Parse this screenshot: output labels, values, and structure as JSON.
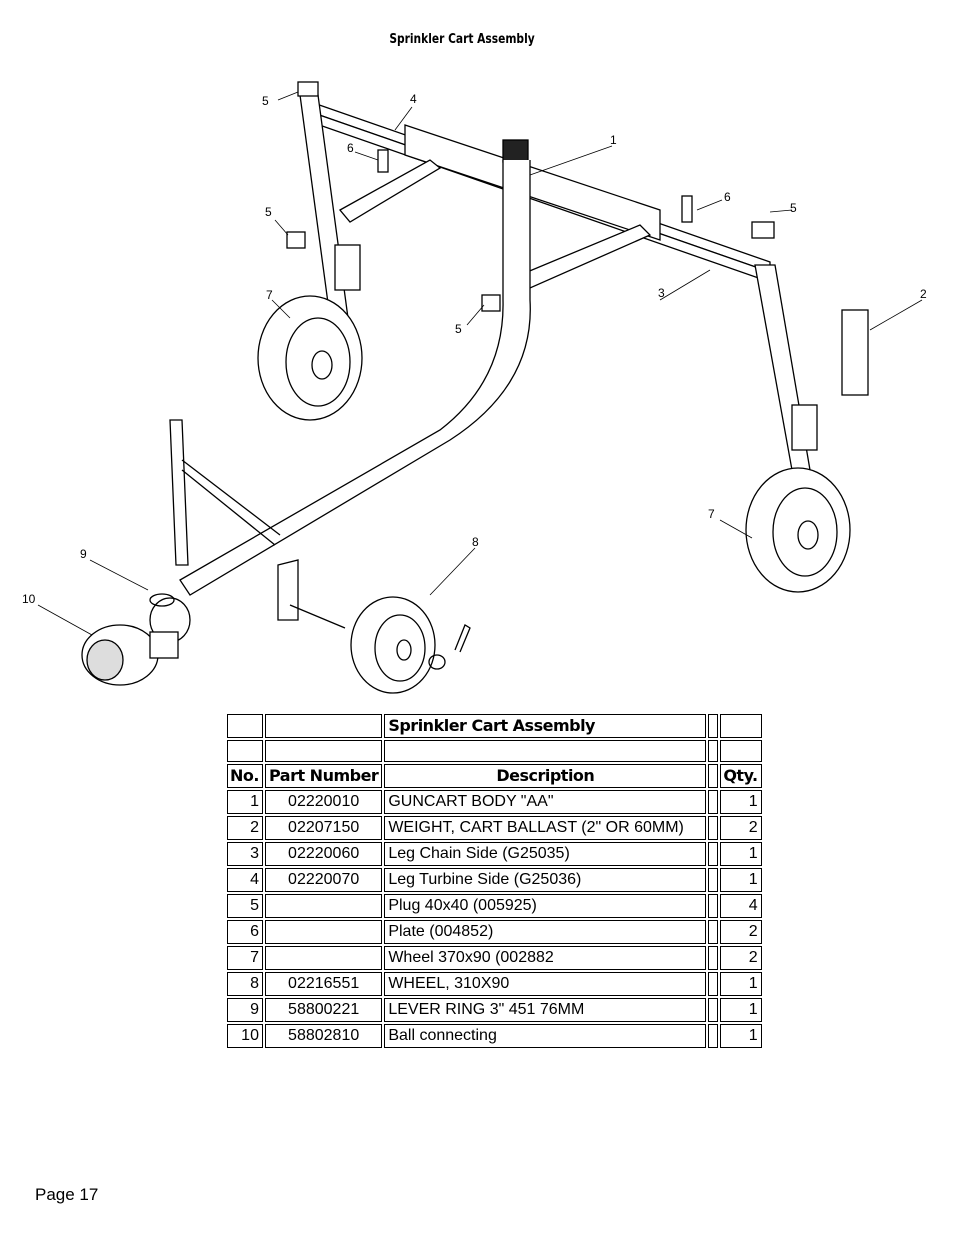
{
  "page": {
    "title": "Sprinkler Cart Assembly",
    "page_number": "Page 17"
  },
  "diagram": {
    "callouts": [
      "1",
      "2",
      "3",
      "4",
      "5",
      "6",
      "7",
      "8",
      "9",
      "10"
    ]
  },
  "parts_table": {
    "title": "Sprinkler Cart Assembly",
    "headers": {
      "no": "No.",
      "part_number": "Part Number",
      "description": "Description",
      "qty": "Qty."
    },
    "rows": [
      {
        "no": "1",
        "part_number": "02220010",
        "description": "GUNCART BODY \"AA\"",
        "qty": "1"
      },
      {
        "no": "2",
        "part_number": "02207150",
        "description": "WEIGHT, CART BALLAST (2\" OR 60MM)",
        "qty": "2"
      },
      {
        "no": "3",
        "part_number": "02220060",
        "description": "Leg Chain Side (G25035)",
        "qty": "1"
      },
      {
        "no": "4",
        "part_number": "02220070",
        "description": "Leg Turbine Side (G25036)",
        "qty": "1"
      },
      {
        "no": "5",
        "part_number": "",
        "description": "Plug 40x40  (005925)",
        "qty": "4"
      },
      {
        "no": "6",
        "part_number": "",
        "description": "Plate (004852)",
        "qty": "2"
      },
      {
        "no": "7",
        "part_number": "",
        "description": "Wheel 370x90  (002882",
        "qty": "2"
      },
      {
        "no": "8",
        "part_number": "02216551",
        "description": "WHEEL, 310X90",
        "qty": "1"
      },
      {
        "no": "9",
        "part_number": "58800221",
        "description": "LEVER RING 3\" 451 76MM",
        "qty": "1"
      },
      {
        "no": "10",
        "part_number": "58802810",
        "description": "Ball connecting",
        "qty": "1"
      }
    ]
  }
}
